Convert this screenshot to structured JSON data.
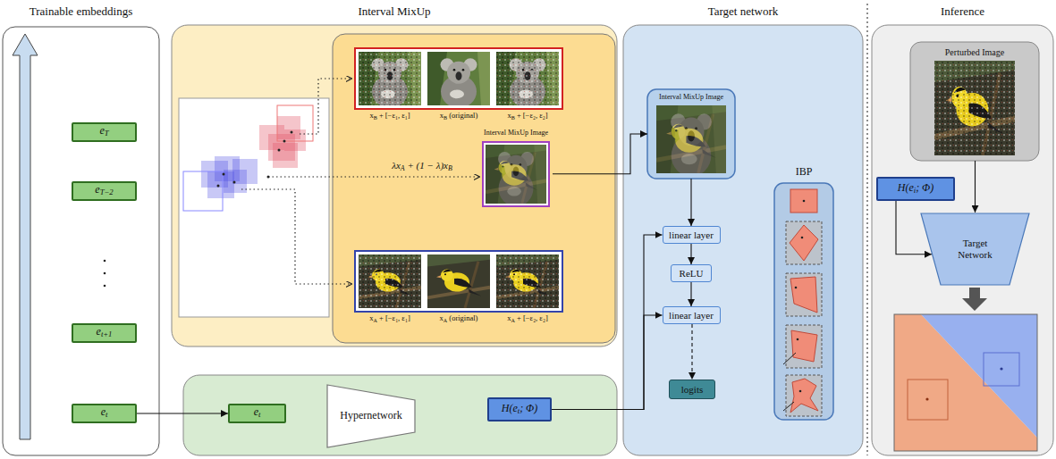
{
  "diagram": {
    "nodes": [
      {
        "text": [
          "Trainable embeddings"
        ]
      },
      {
        "text": [
          "eT"
        ],
        "in": 0
      },
      {
        "text": [
          "eT−2"
        ],
        "in": 0
      },
      {
        "text": [
          "et+1"
        ],
        "in": 0
      },
      {
        "text": [
          "et"
        ],
        "in": 0
      },
      {
        "text": [
          "Interval MixUp"
        ]
      },
      {
        "text": [
          "xB + [−ε₁, ε₁]"
        ],
        "in": 5
      },
      {
        "text": [
          "xB (original)"
        ],
        "in": 5
      },
      {
        "text": [
          "xB + [−ε₂, ε₂]"
        ],
        "in": 5
      },
      {
        "text": [
          "Interval MixUp Image"
        ],
        "in": 5
      },
      {
        "text": [
          "xA + [−ε₁, ε₁]"
        ],
        "in": 5
      },
      {
        "text": [
          "xA (original)"
        ],
        "in": 5
      },
      {
        "text": [
          "xA + [−ε₂, ε₂]"
        ],
        "in": 5
      },
      {
        "text": [
          "et"
        ]
      },
      {
        "text": [
          "Hypernetwork"
        ]
      },
      {
        "text": [
          "H(et; Φ)"
        ]
      },
      {
        "text": [
          "Target network"
        ]
      },
      {
        "text": [
          "Interval MixUp Image"
        ],
        "in": 16
      },
      {
        "text": [
          "linear layer"
        ],
        "in": 16
      },
      {
        "text": [
          "ReLU"
        ],
        "in": 16
      },
      {
        "text": [
          "linear layer"
        ],
        "in": 16
      },
      {
        "text": [
          "logits"
        ],
        "in": 16
      },
      {
        "text": [
          "IBP"
        ],
        "in": 16
      },
      {
        "text": [
          "Inference"
        ]
      },
      {
        "text": [
          "Perturbed Image"
        ],
        "in": 23
      },
      {
        "text": [
          "H(ei; Φ)"
        ],
        "in": 23
      },
      {
        "text": [
          "Target Network"
        ],
        "in": 23
      }
    ],
    "edges": [
      {
        "from": 4,
        "to": 13,
        "arrow": "to"
      },
      {
        "from": 9,
        "to": 17,
        "arrow": "to"
      },
      {
        "from": 15,
        "to": 18,
        "arrow": "to"
      },
      {
        "from": 15,
        "to": 20,
        "arrow": "to"
      },
      {
        "from": 17,
        "to": 18,
        "arrow": "to"
      },
      {
        "from": 18,
        "to": 19,
        "arrow": "to"
      },
      {
        "from": 19,
        "to": 20,
        "arrow": "to"
      },
      {
        "from": 20,
        "to": 21,
        "arrow": "to"
      },
      {
        "from": 24,
        "to": 26,
        "arrow": "to"
      },
      {
        "from": 25,
        "to": 26,
        "arrow": "to"
      }
    ],
    "labels": [
      "λxA + (1 − λ)xB"
    ]
  }
}
